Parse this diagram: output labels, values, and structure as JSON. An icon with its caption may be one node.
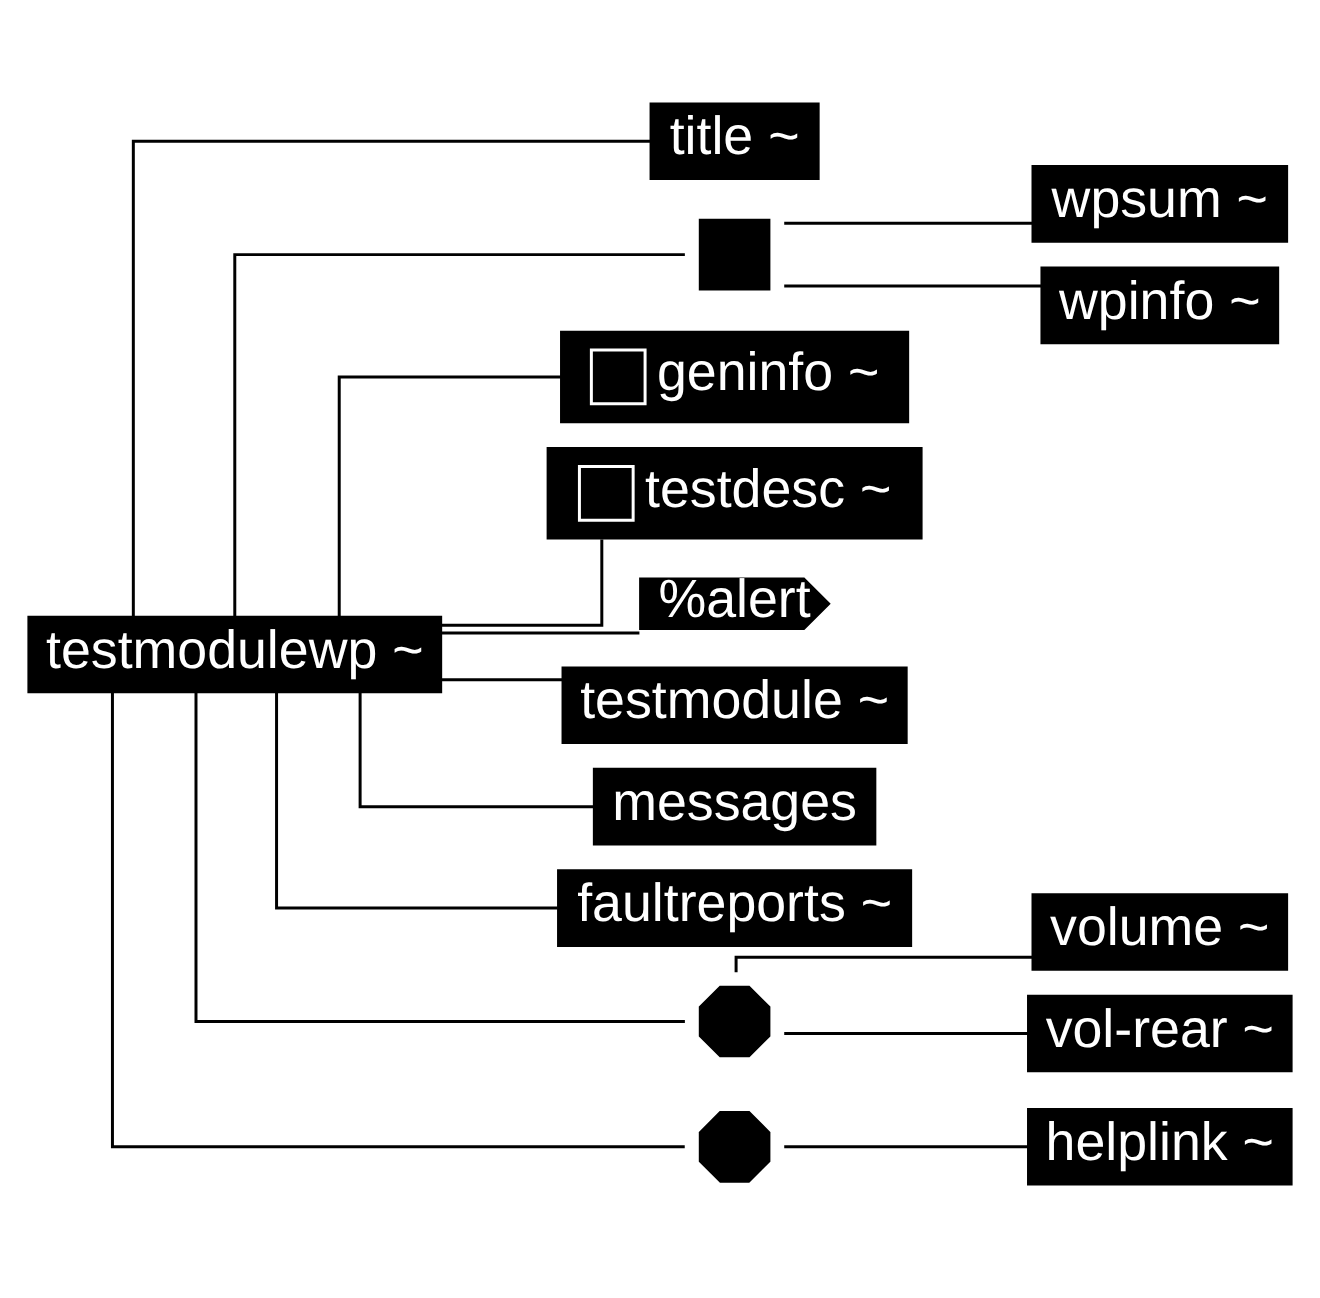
{
  "diagram": {
    "nodes": [
      {
        "text": [
          "testmodulewp ~"
        ]
      },
      {
        "text": [
          "title ~"
        ]
      },
      {
        "text": [],
        "shape": "box"
      },
      {
        "text": [
          "wpsum ~"
        ]
      },
      {
        "text": [
          "wpinfo ~"
        ]
      },
      {
        "text": [
          "geninfo ~"
        ]
      },
      {
        "text": [
          "testdesc ~"
        ]
      },
      {
        "text": [
          "%alert"
        ]
      },
      {
        "text": [
          "testmodule ~"
        ]
      },
      {
        "text": [
          "messages"
        ]
      },
      {
        "text": [
          "faultreports ~"
        ]
      },
      {
        "text": [],
        "shape": "circle"
      },
      {
        "text": [
          "volume ~"
        ]
      },
      {
        "text": [
          "vol-rear ~"
        ]
      },
      {
        "text": [],
        "shape": "circle"
      },
      {
        "text": [
          "helplink ~"
        ]
      }
    ],
    "edges": [
      {
        "from": 0,
        "to": 1,
        "arrow": "none"
      },
      {
        "from": 0,
        "to": 2,
        "arrow": "none"
      },
      {
        "from": 2,
        "to": 3,
        "arrow": "none"
      },
      {
        "from": 2,
        "to": 4,
        "arrow": "none"
      },
      {
        "from": 0,
        "to": 5,
        "arrow": "none"
      },
      {
        "from": 0,
        "to": 6,
        "arrow": "none"
      },
      {
        "from": 0,
        "to": 7,
        "arrow": "none"
      },
      {
        "from": 0,
        "to": 8,
        "arrow": "none"
      },
      {
        "from": 0,
        "to": 9,
        "arrow": "none"
      },
      {
        "from": 0,
        "to": 10,
        "arrow": "none"
      },
      {
        "from": 0,
        "to": 11,
        "arrow": "none"
      },
      {
        "from": 11,
        "to": 12,
        "arrow": "none"
      },
      {
        "from": 11,
        "to": 13,
        "arrow": "none"
      },
      {
        "from": 0,
        "to": 14,
        "arrow": "none"
      },
      {
        "from": 14,
        "to": 15,
        "arrow": "none"
      }
    ]
  }
}
